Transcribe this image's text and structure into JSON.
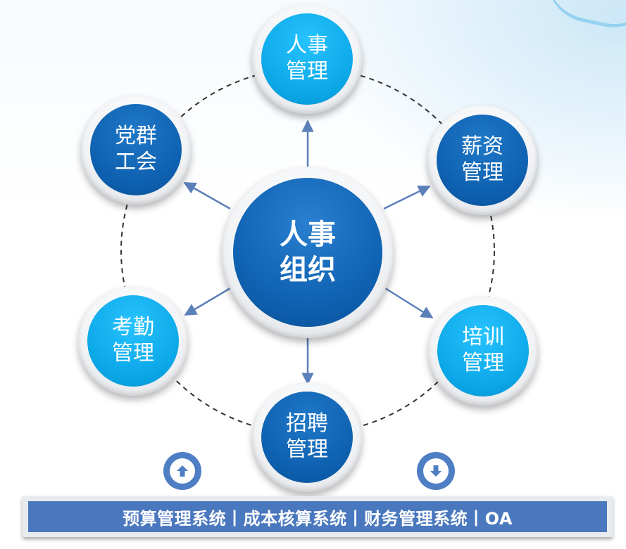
{
  "center": {
    "line1": "人事",
    "line2": "组织"
  },
  "modules": [
    {
      "id": "top",
      "line1": "人事",
      "line2": "管理",
      "fill": "cyan"
    },
    {
      "id": "upper-right",
      "line1": "薪资",
      "line2": "管理",
      "fill": "blue"
    },
    {
      "id": "lower-right",
      "line1": "培训",
      "line2": "管理",
      "fill": "cyan"
    },
    {
      "id": "bottom",
      "line1": "招聘",
      "line2": "管理",
      "fill": "blue"
    },
    {
      "id": "lower-left",
      "line1": "考勤",
      "line2": "管理",
      "fill": "cyan"
    },
    {
      "id": "upper-left",
      "line1": "党群",
      "line2": "工会",
      "fill": "blue"
    }
  ],
  "icons": {
    "left": "arrow-up-circle-icon",
    "right": "arrow-down-circle-icon"
  },
  "bottom_bar": {
    "text": "预算管理系统丨成本核算系统丨财务管理系统丨OA"
  },
  "colors": {
    "cyan": "#0aa6e6",
    "blue": "#0d5fae",
    "arrow": "#5b7fb9",
    "bar": "#4a78bf"
  }
}
